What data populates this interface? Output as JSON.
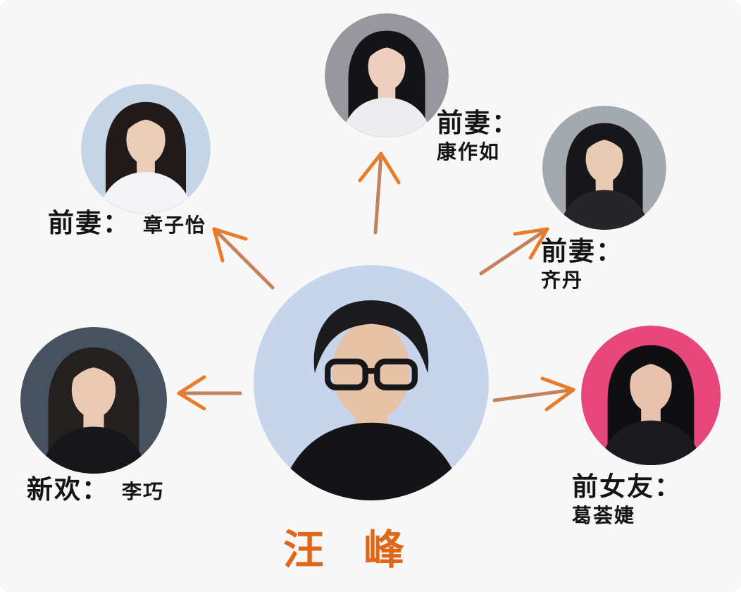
{
  "title": {
    "text": "汪 峰",
    "color": "#e06618"
  },
  "colors": {
    "background": "#f7f7f8",
    "label_text": "#141414",
    "arrow_shaft": "#c5825a",
    "arrow_head": "#ea7c28"
  },
  "center": {
    "name": "汪 峰",
    "avatar": {
      "bg": "#c7d5ec",
      "hair": "#1b1b1e",
      "skin": "#e6c3a7",
      "top": "#141417",
      "glasses": "#17171a"
    }
  },
  "relationships": [
    {
      "relation": "前妻：",
      "name": "康作如",
      "avatar": {
        "bg": "#97979d",
        "hair": "#141417",
        "skin": "#ecd0bd",
        "top": "#ededf0"
      }
    },
    {
      "relation": "前妻：",
      "name": "章子怡",
      "avatar": {
        "bg": "#c3d5e6",
        "hair": "#201a1b",
        "skin": "#eccdb8",
        "top": "#f3f3f5"
      }
    },
    {
      "relation": "前妻：",
      "name": "齐丹",
      "avatar": {
        "bg": "#a4a9b0",
        "hair": "#17171a",
        "skin": "#e9cab4",
        "top": "#26262a"
      }
    },
    {
      "relation": "新欢：",
      "name": "李巧",
      "avatar": {
        "bg": "#46525f",
        "hair": "#23201f",
        "skin": "#e9c9b2",
        "top": "#17171a"
      }
    },
    {
      "relation": "前女友：",
      "name": "葛荟婕",
      "avatar": {
        "bg": "#e8477c",
        "hair": "#0f0f12",
        "skin": "#e7c3ad",
        "top": "#1b1b1f"
      }
    }
  ]
}
